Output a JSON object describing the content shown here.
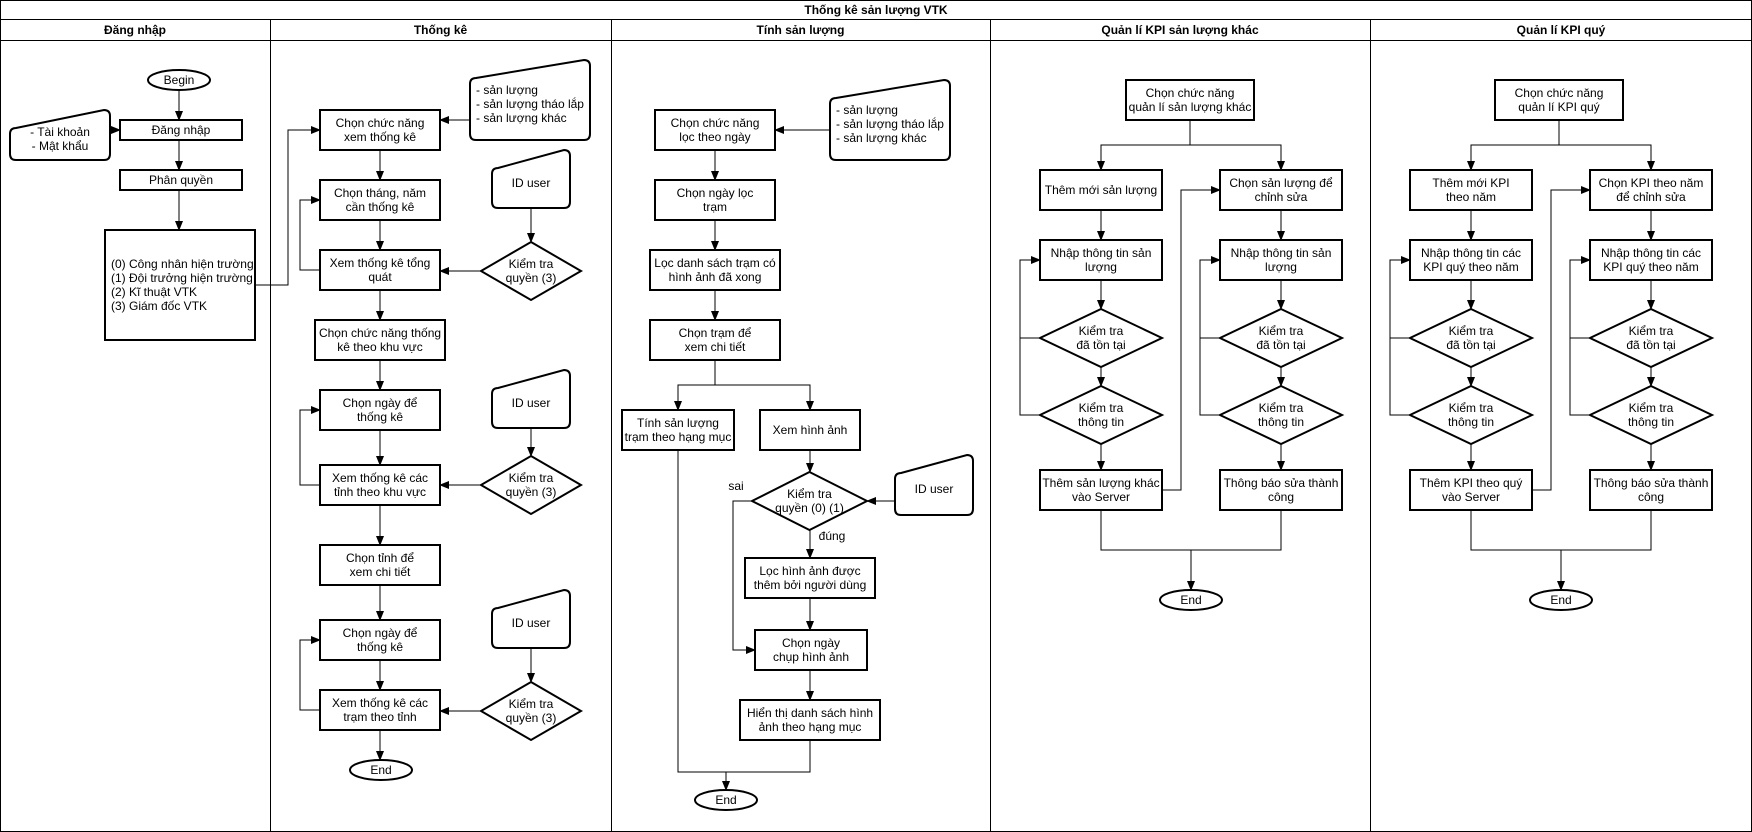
{
  "title": "Thống kê sản lượng VTK",
  "lanes": [
    {
      "id": "dang-nhap",
      "label": "Đăng nhập"
    },
    {
      "id": "thong-ke",
      "label": "Thống kê"
    },
    {
      "id": "tinh-san-luong",
      "label": "Tính sản lượng"
    },
    {
      "id": "kpi-san-luong-khac",
      "label": "Quản lí KPI sản lượng khác"
    },
    {
      "id": "kpi-quy",
      "label": "Quản lí KPI quý"
    }
  ],
  "nodes": [
    {
      "id": "begin",
      "shape": "ellipse",
      "lines": [
        "Begin"
      ]
    },
    {
      "id": "tai-khoan-input",
      "shape": "manual",
      "lines": [
        "- Tài khoản",
        "- Mật khẩu"
      ]
    },
    {
      "id": "dang-nhap-box",
      "shape": "rect",
      "lines": [
        "Đăng nhập"
      ]
    },
    {
      "id": "phan-quyen",
      "shape": "rect",
      "lines": [
        "Phân quyền"
      ]
    },
    {
      "id": "roles",
      "shape": "rect",
      "align": "left",
      "lines": [
        "(0) Công nhân hiện trường",
        "(1) Đội trưởng hiện trường",
        "(2) Kĩ thuật VTK",
        "(3) Giám đốc VTK"
      ]
    },
    {
      "id": "tk-chon-chuc-nang",
      "shape": "rect",
      "lines": [
        "Chọn chức năng",
        "xem thống kê"
      ]
    },
    {
      "id": "tk-options",
      "shape": "manual",
      "align": "left",
      "lines": [
        "- sản lượng",
        "- sản lượng tháo lắp",
        "- sản lượng khác"
      ]
    },
    {
      "id": "tk-chon-thang",
      "shape": "rect",
      "lines": [
        "Chọn tháng, năm",
        "cần thống kê"
      ]
    },
    {
      "id": "tk-id-user-1",
      "shape": "manual",
      "lines": [
        "ID user"
      ]
    },
    {
      "id": "tk-xem-tong-quat",
      "shape": "rect",
      "lines": [
        "Xem thống kê tổng",
        "quát"
      ]
    },
    {
      "id": "tk-kiem-tra-1",
      "shape": "diamond",
      "lines": [
        "Kiểm tra",
        "quyền (3)"
      ]
    },
    {
      "id": "tk-chon-khu-vuc",
      "shape": "rect",
      "lines": [
        "Chọn chức năng thống",
        "kê theo khu vực"
      ]
    },
    {
      "id": "tk-chon-ngay-1",
      "shape": "rect",
      "lines": [
        "Chọn ngày để",
        "thống kê"
      ]
    },
    {
      "id": "tk-id-user-2",
      "shape": "manual",
      "lines": [
        "ID user"
      ]
    },
    {
      "id": "tk-xem-tinh",
      "shape": "rect",
      "lines": [
        "Xem thống kê các",
        "tỉnh theo khu vực"
      ]
    },
    {
      "id": "tk-kiem-tra-2",
      "shape": "diamond",
      "lines": [
        "Kiểm tra",
        "quyền (3)"
      ]
    },
    {
      "id": "tk-chon-tinh",
      "shape": "rect",
      "lines": [
        "Chọn tỉnh để",
        "xem chi tiết"
      ]
    },
    {
      "id": "tk-chon-ngay-2",
      "shape": "rect",
      "lines": [
        "Chọn ngày để",
        "thống kê"
      ]
    },
    {
      "id": "tk-id-user-3",
      "shape": "manual",
      "lines": [
        "ID user"
      ]
    },
    {
      "id": "tk-xem-tram",
      "shape": "rect",
      "lines": [
        "Xem thống kê các",
        "trạm theo tỉnh"
      ]
    },
    {
      "id": "tk-kiem-tra-3",
      "shape": "diamond",
      "lines": [
        "Kiểm tra",
        "quyền (3)"
      ]
    },
    {
      "id": "tk-end",
      "shape": "ellipse",
      "lines": [
        "End"
      ]
    },
    {
      "id": "sl-chon-chuc-nang",
      "shape": "rect",
      "lines": [
        "Chọn chức năng",
        "lọc theo ngày"
      ]
    },
    {
      "id": "sl-options",
      "shape": "manual",
      "align": "left",
      "lines": [
        "- sản lượng",
        "- sản lượng tháo lắp",
        "- sản lượng khác"
      ]
    },
    {
      "id": "sl-chon-ngay-loc",
      "shape": "rect",
      "lines": [
        "Chọn ngày lọc",
        "trạm"
      ]
    },
    {
      "id": "sl-loc-danh-sach",
      "shape": "rect",
      "lines": [
        "Lọc danh sách trạm có",
        "hình ảnh đã xong"
      ]
    },
    {
      "id": "sl-chon-tram",
      "shape": "rect",
      "lines": [
        "Chọn trạm để",
        "xem chi tiết"
      ]
    },
    {
      "id": "sl-tinh-san-luong",
      "shape": "rect",
      "lines": [
        "Tính sản lượng",
        "trạm theo hạng mục"
      ]
    },
    {
      "id": "sl-xem-hinh-anh",
      "shape": "rect",
      "lines": [
        "Xem hình ảnh"
      ]
    },
    {
      "id": "sl-kiem-tra",
      "shape": "diamond",
      "lines": [
        "Kiểm tra",
        "quyền (0) (1)"
      ]
    },
    {
      "id": "sl-id-user",
      "shape": "manual",
      "lines": [
        "ID user"
      ]
    },
    {
      "id": "sl-loc-hinh-anh",
      "shape": "rect",
      "lines": [
        "Lọc hình ảnh được",
        "thêm bởi người dùng"
      ]
    },
    {
      "id": "sl-chon-ngay-chup",
      "shape": "rect",
      "lines": [
        "Chọn ngày",
        "chụp hình ảnh"
      ]
    },
    {
      "id": "sl-hien-thi",
      "shape": "rect",
      "lines": [
        "Hiển thị danh sách hình",
        "ảnh theo hạng mục"
      ]
    },
    {
      "id": "sl-end",
      "shape": "ellipse",
      "lines": [
        "End"
      ]
    },
    {
      "id": "k1-chon-chuc-nang",
      "shape": "rect",
      "lines": [
        "Chọn chức năng",
        "quản lí sản lượng khác"
      ]
    },
    {
      "id": "k1-them-moi",
      "shape": "rect",
      "lines": [
        "Thêm mới sản lượng"
      ]
    },
    {
      "id": "k1-chon-sua",
      "shape": "rect",
      "lines": [
        "Chọn sản lượng để",
        "chỉnh sửa"
      ]
    },
    {
      "id": "k1-nhap-a",
      "shape": "rect",
      "lines": [
        "Nhập thông tin sản",
        "lượng"
      ]
    },
    {
      "id": "k1-nhap-b",
      "shape": "rect",
      "lines": [
        "Nhập thông tin sản",
        "lượng"
      ]
    },
    {
      "id": "k1-ton-tai-a",
      "shape": "diamond",
      "lines": [
        "Kiểm tra",
        "đã tồn tại"
      ]
    },
    {
      "id": "k1-ton-tai-b",
      "shape": "diamond",
      "lines": [
        "Kiểm tra",
        "đã tồn tại"
      ]
    },
    {
      "id": "k1-thong-tin-a",
      "shape": "diamond",
      "lines": [
        "Kiểm tra",
        "thông tin"
      ]
    },
    {
      "id": "k1-thong-tin-b",
      "shape": "diamond",
      "lines": [
        "Kiểm tra",
        "thông tin"
      ]
    },
    {
      "id": "k1-them-server",
      "shape": "rect",
      "lines": [
        "Thêm sản lượng khác",
        "vào Server"
      ]
    },
    {
      "id": "k1-thong-bao",
      "shape": "rect",
      "lines": [
        "Thông báo sửa thành",
        "công"
      ]
    },
    {
      "id": "k1-end",
      "shape": "ellipse",
      "lines": [
        "End"
      ]
    },
    {
      "id": "k2-chon-chuc-nang",
      "shape": "rect",
      "lines": [
        "Chọn chức năng",
        "quản lí KPI quý"
      ]
    },
    {
      "id": "k2-them-moi",
      "shape": "rect",
      "lines": [
        "Thêm mới KPI",
        "theo năm"
      ]
    },
    {
      "id": "k2-chon-sua",
      "shape": "rect",
      "lines": [
        "Chọn KPI theo năm",
        "để chỉnh sửa"
      ]
    },
    {
      "id": "k2-nhap-a",
      "shape": "rect",
      "lines": [
        "Nhập thông tin các",
        "KPI quý theo năm"
      ]
    },
    {
      "id": "k2-nhap-b",
      "shape": "rect",
      "lines": [
        "Nhập thông tin các",
        "KPI quý theo năm"
      ]
    },
    {
      "id": "k2-ton-tai-a",
      "shape": "diamond",
      "lines": [
        "Kiểm tra",
        "đã tồn tại"
      ]
    },
    {
      "id": "k2-ton-tai-b",
      "shape": "diamond",
      "lines": [
        "Kiểm tra",
        "đã tồn tại"
      ]
    },
    {
      "id": "k2-thong-tin-a",
      "shape": "diamond",
      "lines": [
        "Kiểm tra",
        "thông tin"
      ]
    },
    {
      "id": "k2-thong-tin-b",
      "shape": "diamond",
      "lines": [
        "Kiểm tra",
        "thông tin"
      ]
    },
    {
      "id": "k2-them-server",
      "shape": "rect",
      "lines": [
        "Thêm KPI theo quý",
        "vào Server"
      ]
    },
    {
      "id": "k2-thong-bao",
      "shape": "rect",
      "lines": [
        "Thông báo sửa thành",
        "công"
      ]
    },
    {
      "id": "k2-end",
      "shape": "ellipse",
      "lines": [
        "End"
      ]
    }
  ],
  "edge_labels": [
    {
      "id": "sai",
      "text": "sai"
    },
    {
      "id": "dung",
      "text": "đúng"
    }
  ]
}
